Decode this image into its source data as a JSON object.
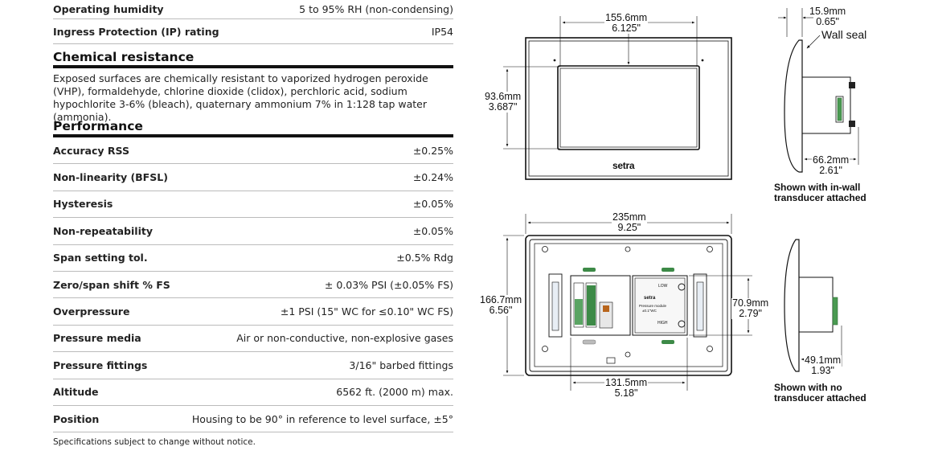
{
  "top_rows": [
    {
      "label": "Operating humidity",
      "value": "5 to 95% RH (non-condensing)"
    },
    {
      "label": "Ingress Protection (IP) rating",
      "value": "IP54"
    }
  ],
  "chemical": {
    "title": "Chemical resistance",
    "text": "Exposed surfaces are chemically resistant to vaporized hydrogen peroxide (VHP), formaldehyde, chlorine dioxide (clidox), perchloric acid, sodium hypochlorite 3-6% (bleach), quaternary ammonium 7% in 1:128 tap water (ammonia)."
  },
  "performance": {
    "title": "Performance",
    "rows": [
      {
        "label": "Accuracy RSS",
        "value": "±0.25%"
      },
      {
        "label": "Non-linearity (BFSL)",
        "value": "±0.24%"
      },
      {
        "label": "Hysteresis",
        "value": "±0.05%"
      },
      {
        "label": "Non-repeatability",
        "value": "±0.05%"
      },
      {
        "label": "Span setting tol.",
        "value": "±0.5% Rdg"
      },
      {
        "label": "Zero/span shift % FS",
        "value": "± 0.03% PSI (±0.05% FS)"
      },
      {
        "label": "Overpressure",
        "value": "±1 PSI (15\" WC for ≤0.10\" WC FS)"
      },
      {
        "label": "Pressure media",
        "value": "Air or non-conductive, non-explosive gases"
      },
      {
        "label": "Pressure fittings",
        "value": "3/16\" barbed fittings"
      },
      {
        "label": "Altitude",
        "value": "6562 ft. (2000 m) max."
      },
      {
        "label": "Position",
        "value": "Housing to be 90° in reference to level surface, ±5°"
      }
    ]
  },
  "footnote": "Specifications subject to change without notice.",
  "drawing": {
    "front_width": {
      "mm": "155.6mm",
      "in": "6.125\""
    },
    "front_height": {
      "mm": "93.6mm",
      "in": "3.687\""
    },
    "logo": "setra",
    "side_top": {
      "mm": "15.9mm",
      "in": "0.65\""
    },
    "wall_seal": "Wall seal",
    "side_depth": {
      "mm": "66.2mm",
      "in": "2.61\""
    },
    "caption_inwall": [
      "Shown with in-wall",
      "transducer attached"
    ],
    "back_width": {
      "mm": "235mm",
      "in": "9.25\""
    },
    "back_height": {
      "mm": "166.7mm",
      "in": "6.56\""
    },
    "module_height": {
      "mm": "70.9mm",
      "in": "2.79\""
    },
    "module_width": {
      "mm": "131.5mm",
      "in": "5.18\""
    },
    "side2_depth": {
      "mm": "49.1mm",
      "in": "1.93\""
    },
    "caption_no": [
      "Shown with no",
      "transducer attached"
    ],
    "board_text": {
      "low": "LOW",
      "high": "HIGH",
      "brand": "setra",
      "l1": "Pressure module",
      "l2": "±0.1\"WC"
    }
  }
}
